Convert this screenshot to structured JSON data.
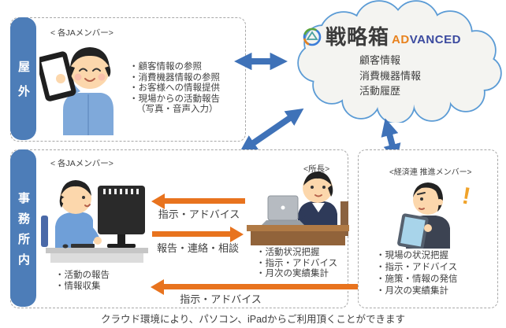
{
  "caption": "クラウド環境により、パソコン、iPadからご利用頂くことができます",
  "outdoor": {
    "zone_label": "屋外",
    "member": {
      "role_label": "< 各JAメンバー>",
      "bullets": [
        "・顧客情報の参照",
        "・消費機器情報の参照",
        "・お客様への情報提供",
        "・現場からの活動報告",
        "（写真・音声入力）"
      ]
    }
  },
  "cloud": {
    "brand_name": "戦略箱",
    "brand_suffix_ad": "AD",
    "brand_suffix_vanced": "VANCED",
    "data_items": [
      "顧客情報",
      "消費機器情報",
      "活動履歴"
    ]
  },
  "office": {
    "zone_label": "事務所内",
    "member": {
      "role_label": "< 各JAメンバー>",
      "bullets": [
        "・活動の報告",
        "・情報収集"
      ]
    },
    "manager": {
      "role_label": "<所長>",
      "bullets": [
        "・活動状況把握",
        "・指示・アドバイス",
        "・月次の実績集計"
      ]
    },
    "arrows": {
      "manager_to_member": "指示・アドバイス",
      "member_to_manager": "報告・連絡・相談",
      "promoter_to_member": "指示・アドバイス"
    }
  },
  "promoter": {
    "role_label": "<経済連 推進メンバー>",
    "exclamation": "!",
    "bullets": [
      "・現場の状況把握",
      "・指示・アドバイス",
      "・施策・情報の発信",
      "・月次の実績集計"
    ]
  },
  "colors": {
    "zone_pill_blue": "#4d7db8",
    "sync_arrow_blue": "#3f72b8",
    "task_arrow_orange": "#e8731e",
    "cloud_border_blue": "#5b9bd5",
    "brand_ad_orange": "#e8821e",
    "brand_vanced_blue": "#3b4a9f",
    "text_gray": "#3f3f3f"
  }
}
